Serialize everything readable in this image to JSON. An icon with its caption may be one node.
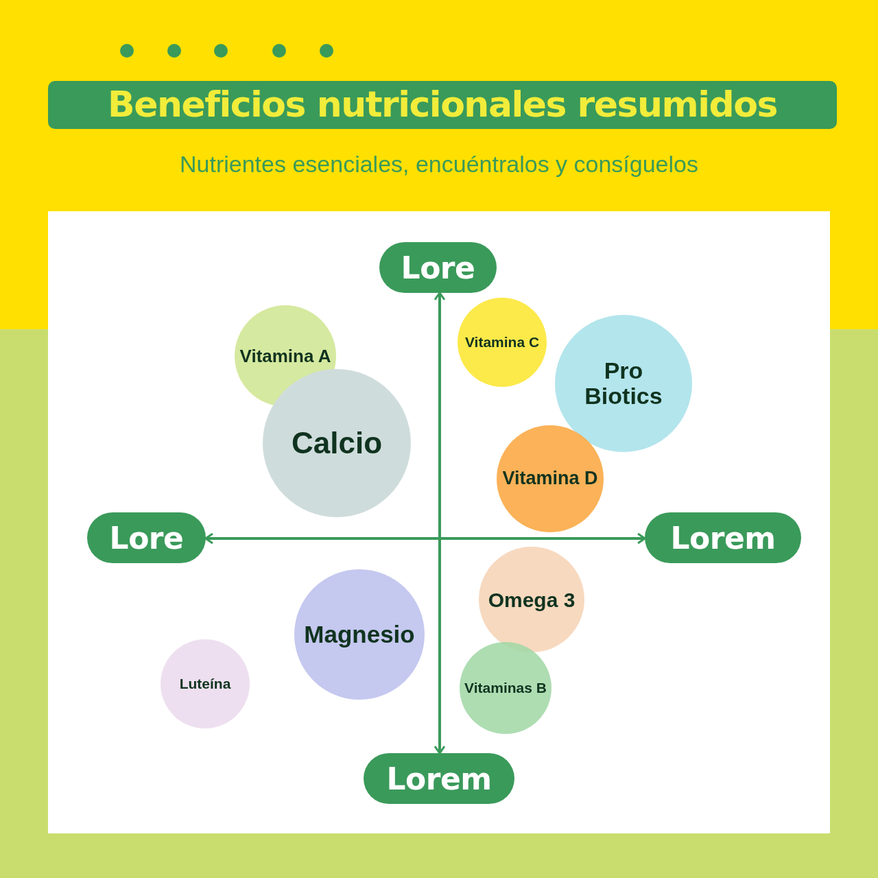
{
  "diagram": {
    "title": "Beneficios nutricionales resumidos",
    "caption": "Nutrientes esenciales, encuéntralos y consíguelos",
    "nodes": [
      {
        "text": [
          "Lore"
        ]
      },
      {
        "text": [
          "Vitamina C"
        ]
      },
      {
        "text": [
          "Vitamina A"
        ]
      },
      {
        "text": [
          "Pro Biotics"
        ]
      },
      {
        "text": [
          "Calcio"
        ]
      },
      {
        "text": [
          "Vitamina D"
        ]
      },
      {
        "text": [
          "Lore"
        ]
      },
      {
        "text": [
          "Lorem"
        ]
      },
      {
        "text": [
          "Omega 3"
        ]
      },
      {
        "text": [
          "Magnesio"
        ]
      },
      {
        "text": [
          "Luteína"
        ]
      },
      {
        "text": [
          "Vitaminas B"
        ]
      },
      {
        "text": [
          "Lorem"
        ]
      }
    ],
    "edges": [
      {
        "from": 12,
        "to": 0,
        "arrow": "both"
      },
      {
        "from": 6,
        "to": 7,
        "arrow": "both"
      }
    ]
  }
}
